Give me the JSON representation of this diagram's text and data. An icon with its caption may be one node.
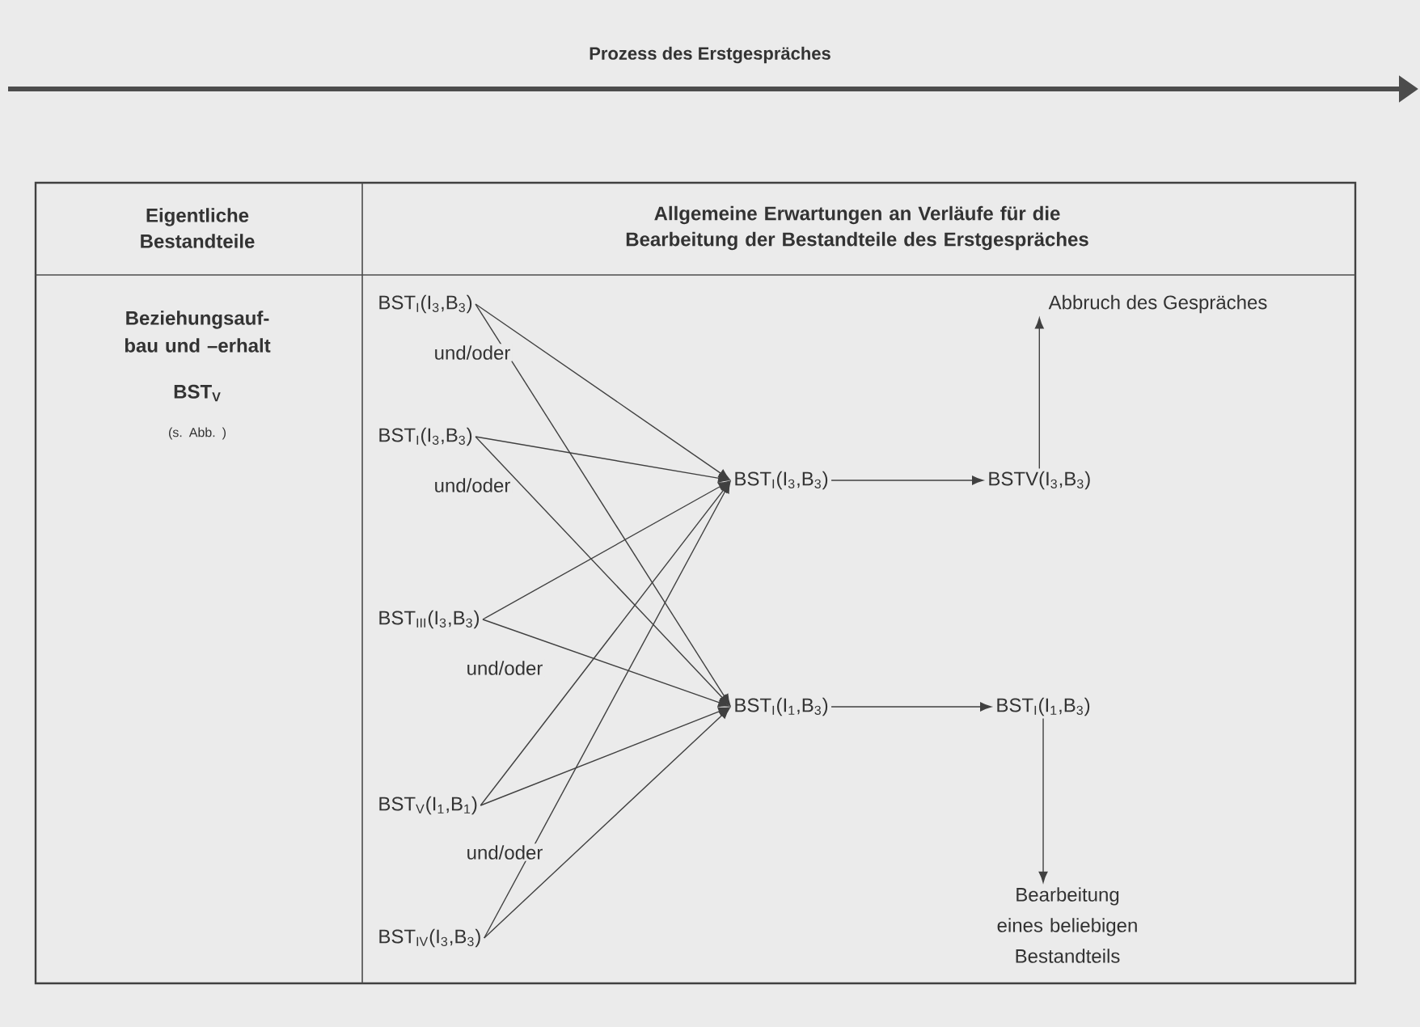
{
  "diagram": {
    "title": "Prozess des Erstgespräches",
    "nodes": [
      {
        "text": [
          "BST$_{I}$(I$_{3}$,B$_{3}$)"
        ]
      },
      {
        "text": [
          "BST$_{I}$(I$_{3}$,B$_{3}$)"
        ]
      },
      {
        "text": [
          "BST$_{III}$(I$_{3}$,B$_{3}$)"
        ]
      },
      {
        "text": [
          "BST$_{V}$(I$_{1}$,B$_{1}$)"
        ]
      },
      {
        "text": [
          "BST$_{IV}$(I$_{3}$,B$_{3}$)"
        ]
      },
      {
        "text": [
          "BST$_{I}$(I$_{3}$,B$_{3}$)"
        ]
      },
      {
        "text": [
          "BST$_{I}$(I$_{1}$,B$_{3}$)"
        ]
      },
      {
        "text": [
          "BSTV(I$_{3}$,B$_{3}$)"
        ]
      },
      {
        "text": [
          "Abbruch des Gespräches"
        ]
      },
      {
        "text": [
          "BST$_{I}$(I$_{1}$,B$_{3}$)"
        ]
      },
      {
        "text": [
          "Bearbeitung eines beliebigen Bestandteils"
        ]
      }
    ],
    "edges": [
      {
        "from": 0,
        "to": 5,
        "arrow": "to"
      },
      {
        "from": 0,
        "to": 6,
        "arrow": "to"
      },
      {
        "from": 1,
        "to": 5,
        "arrow": "to"
      },
      {
        "from": 1,
        "to": 6,
        "arrow": "to"
      },
      {
        "from": 2,
        "to": 5,
        "arrow": "to"
      },
      {
        "from": 2,
        "to": 6,
        "arrow": "to"
      },
      {
        "from": 3,
        "to": 5,
        "arrow": "to"
      },
      {
        "from": 3,
        "to": 6,
        "arrow": "to"
      },
      {
        "from": 4,
        "to": 5,
        "arrow": "to"
      },
      {
        "from": 4,
        "to": 6,
        "arrow": "to"
      },
      {
        "from": 5,
        "to": 7,
        "arrow": "to"
      },
      {
        "from": 7,
        "to": 8,
        "arrow": "to"
      },
      {
        "from": 6,
        "to": 9,
        "arrow": "to"
      },
      {
        "from": 9,
        "to": 10,
        "arrow": "to"
      }
    ],
    "labels": [
      "Eigentliche Bestandteile",
      "Allgemeine Erwartungen an Verläufe für die Bearbeitung der Bestandteile des Erstgespräches",
      "Beziehungsauf-bau und –erhalt",
      "BST$_{V}$",
      "(s. Abb. )",
      "und/oder",
      "und/oder",
      "und/oder",
      "und/oder"
    ]
  }
}
